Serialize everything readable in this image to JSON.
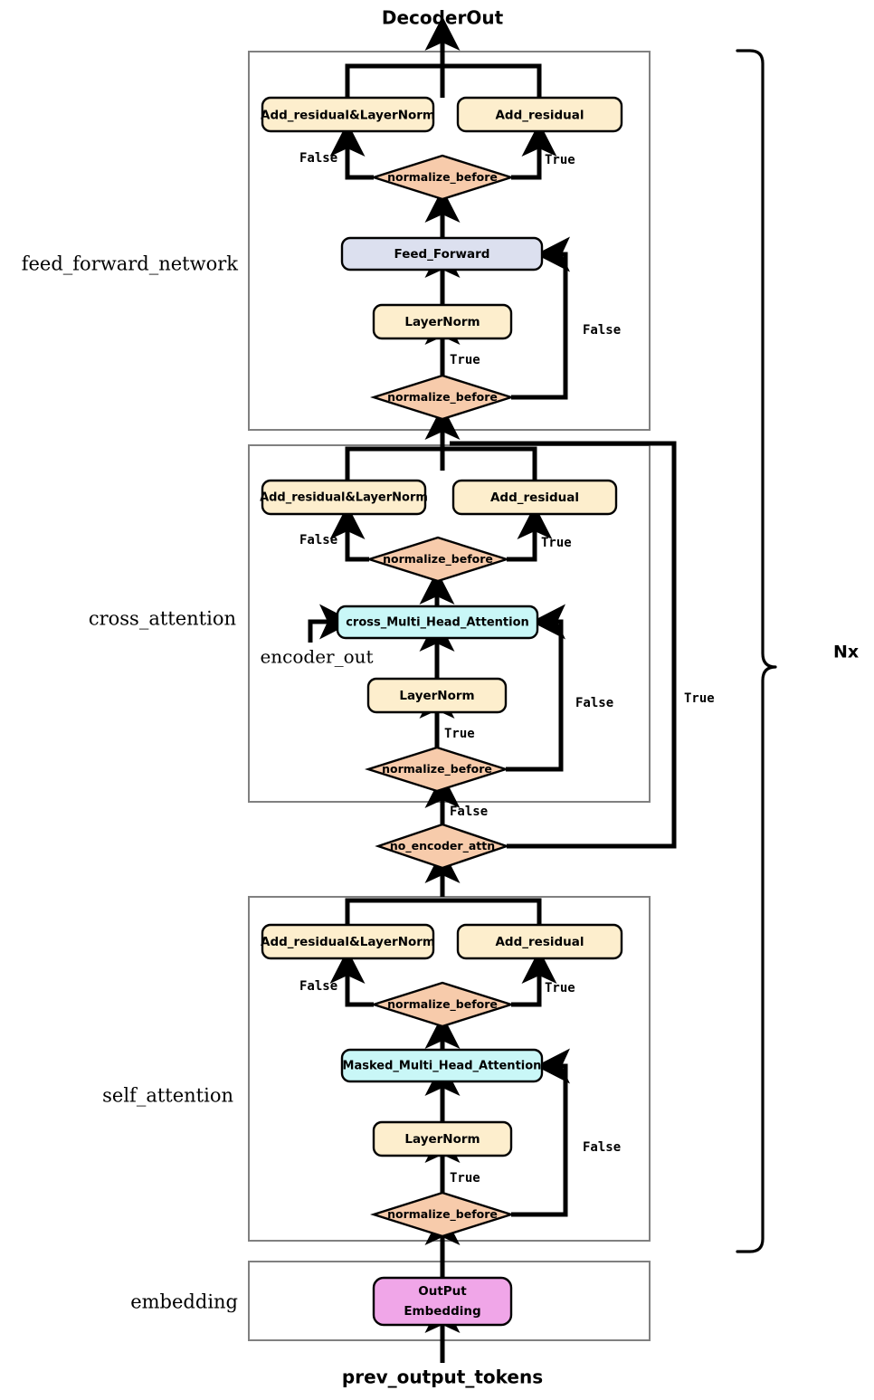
{
  "diagram": {
    "title": "Transformer Decoder Layer Flowchart",
    "io": {
      "top_output": "DecoderOut",
      "bottom_input": "prev_output_tokens",
      "encoder_input": "encoder_out",
      "repeat_marker": "Nx"
    },
    "colors": {
      "layernorm_fill": "#fdeecd",
      "residual_fill": "#fdeecd",
      "decision_fill": "#f7cbab",
      "attention_fill": "#c9f7f7",
      "feedforward_fill": "#dce0ef",
      "embedding_fill": "#f0a6e8",
      "stroke": "#000000",
      "container_stroke": "#808080"
    },
    "edge_labels": {
      "true": "True",
      "false": "False"
    },
    "sections": [
      {
        "id": "feed_forward_network",
        "side_label": "feed_forward_network",
        "nodes": [
          {
            "id": "ffn-add-ln",
            "label": "Add_residual&LayerNorm",
            "shape": "rounded"
          },
          {
            "id": "ffn-add",
            "label": "Add_residual",
            "shape": "rounded"
          },
          {
            "id": "ffn-nb-top",
            "label": "normalize_before",
            "shape": "diamond"
          },
          {
            "id": "ffn-ff",
            "label": "Feed_Forward",
            "shape": "rounded"
          },
          {
            "id": "ffn-ln",
            "label": "LayerNorm",
            "shape": "rounded"
          },
          {
            "id": "ffn-nb-bot",
            "label": "normalize_before",
            "shape": "diamond"
          }
        ]
      },
      {
        "id": "cross_attention",
        "side_label": "cross_attention",
        "nodes": [
          {
            "id": "ca-add-ln",
            "label": "Add_residual&LayerNorm",
            "shape": "rounded"
          },
          {
            "id": "ca-add",
            "label": "Add_residual",
            "shape": "rounded"
          },
          {
            "id": "ca-nb-top",
            "label": "normalize_before",
            "shape": "diamond"
          },
          {
            "id": "ca-attn",
            "label": "cross_Multi_Head_Attention",
            "shape": "rounded"
          },
          {
            "id": "ca-ln",
            "label": "LayerNorm",
            "shape": "rounded"
          },
          {
            "id": "ca-nb-bot",
            "label": "normalize_before",
            "shape": "diamond"
          }
        ]
      },
      {
        "id": "gate",
        "side_label": "",
        "nodes": [
          {
            "id": "no-enc-attn",
            "label": "no_encoder_attn",
            "shape": "diamond"
          }
        ]
      },
      {
        "id": "self_attention",
        "side_label": "self_attention",
        "nodes": [
          {
            "id": "sa-add-ln",
            "label": "Add_residual&LayerNorm",
            "shape": "rounded"
          },
          {
            "id": "sa-add",
            "label": "Add_residual",
            "shape": "rounded"
          },
          {
            "id": "sa-nb-top",
            "label": "normalize_before",
            "shape": "diamond"
          },
          {
            "id": "sa-attn",
            "label": "Masked_Multi_Head_Attention",
            "shape": "rounded"
          },
          {
            "id": "sa-ln",
            "label": "LayerNorm",
            "shape": "rounded"
          },
          {
            "id": "sa-nb-bot",
            "label": "normalize_before",
            "shape": "diamond"
          }
        ]
      },
      {
        "id": "embedding",
        "side_label": "embedding",
        "nodes": [
          {
            "id": "emb",
            "label_line1": "OutPut",
            "label_line2": "Embedding",
            "shape": "rounded"
          }
        ]
      }
    ]
  }
}
